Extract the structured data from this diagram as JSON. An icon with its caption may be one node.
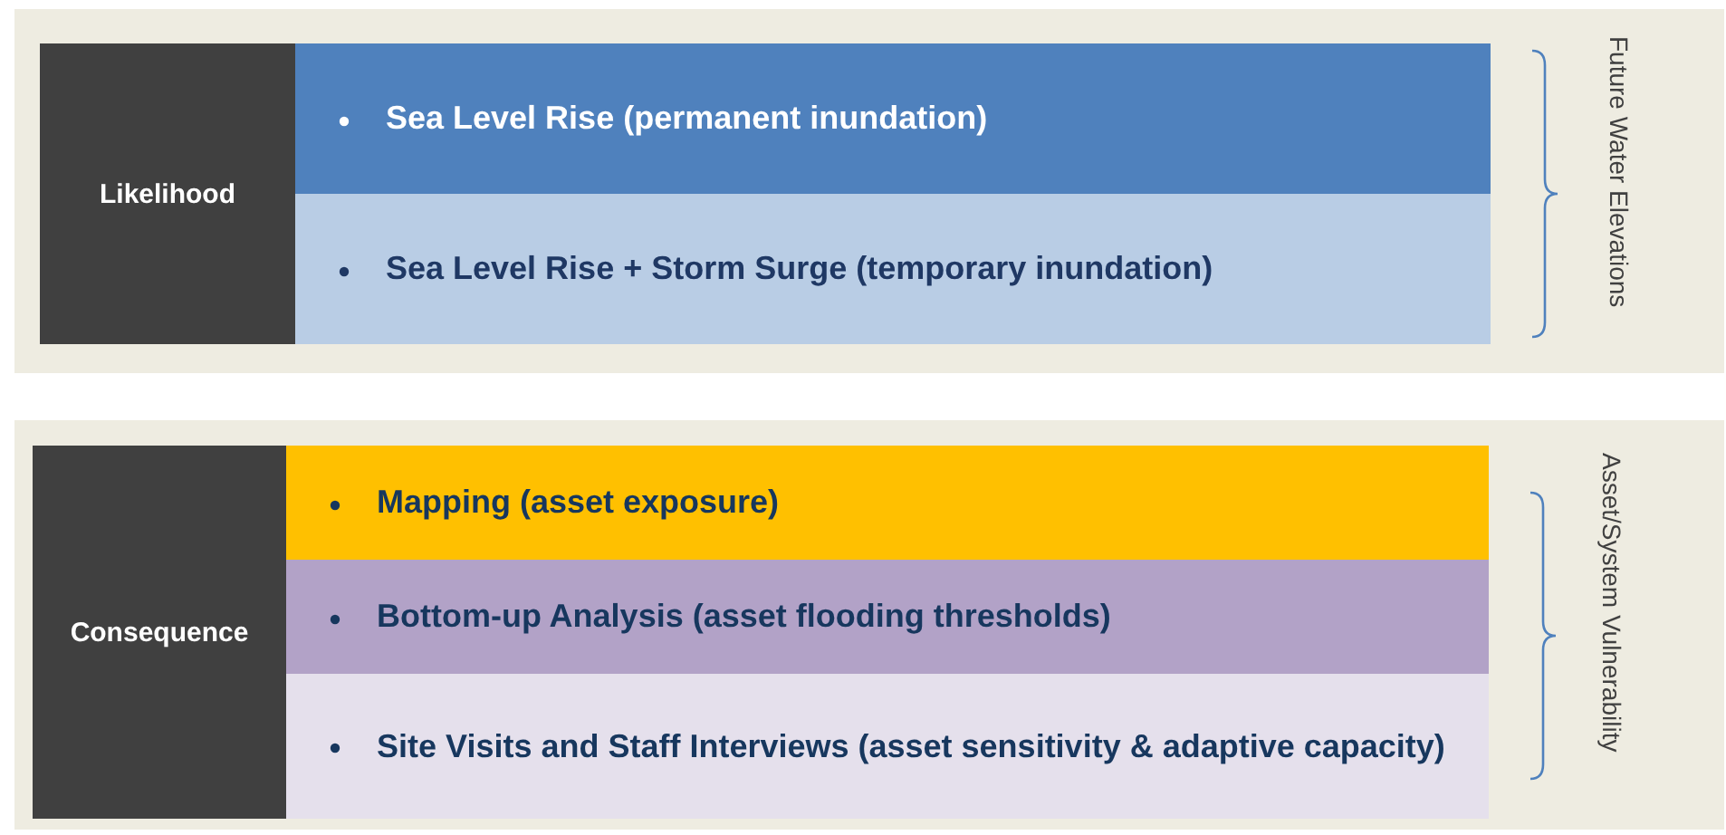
{
  "diagram": {
    "nodes": [
      {
        "text": [],
        "shape": "box"
      },
      {
        "text": [
          "Likelihood"
        ],
        "in": 0
      },
      {
        "text": [
          "Sea Level Rise (permanent inundation)"
        ],
        "in": 0
      },
      {
        "text": [
          "Sea Level Rise + Storm Surge (temporary inundation)"
        ],
        "in": 0
      },
      {
        "text": [],
        "shape": "box"
      },
      {
        "text": [
          "Consequence"
        ],
        "in": 4
      },
      {
        "text": [
          "Mapping (asset exposure)"
        ],
        "in": 4
      },
      {
        "text": [
          "Bottom-up Analysis (asset flooding thresholds)"
        ],
        "in": 4
      },
      {
        "text": [
          "Site Visits and Staff Interviews (asset sensitivity & adaptive capacity)"
        ],
        "in": 4
      }
    ],
    "edges": [],
    "labels": [
      "Future Water Elevations",
      "Asset/System Vulnerability"
    ]
  }
}
